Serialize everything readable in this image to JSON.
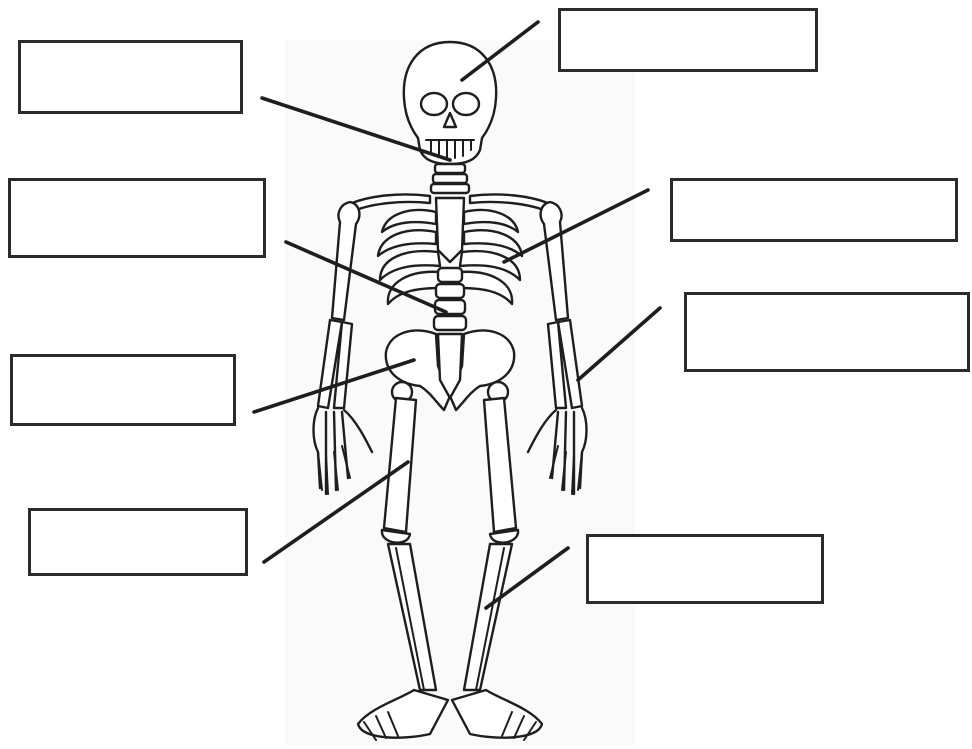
{
  "diagram": {
    "labels": [
      {
        "id": "skull",
        "text": ""
      },
      {
        "id": "neck-vertebrae",
        "text": ""
      },
      {
        "id": "ribs",
        "text": ""
      },
      {
        "id": "spine",
        "text": ""
      },
      {
        "id": "radius-ulna",
        "text": ""
      },
      {
        "id": "pelvis",
        "text": ""
      },
      {
        "id": "femur",
        "text": ""
      },
      {
        "id": "tibia",
        "text": ""
      }
    ]
  },
  "colors": {
    "line": "#1e1e1e",
    "box_border": "#2b2b2b",
    "background": "#ffffff"
  }
}
